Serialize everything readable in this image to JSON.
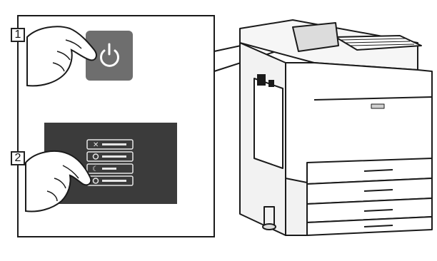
{
  "callouts": [
    {
      "number": "1",
      "label": "power-button-step"
    },
    {
      "number": "2",
      "label": "power-menu-step"
    }
  ],
  "colors": {
    "line": "#1a1a1a",
    "power_button_bg": "#6e6e6e",
    "power_icon": "#ffffff",
    "menu_screen_bg": "#3b3b3b",
    "menu_item": "#e6e6e6",
    "printer_shade": "#f2f2f2"
  },
  "icons": [
    "power-icon",
    "menu-x-icon",
    "menu-restart-icon",
    "menu-sleep-icon",
    "menu-power-icon"
  ]
}
